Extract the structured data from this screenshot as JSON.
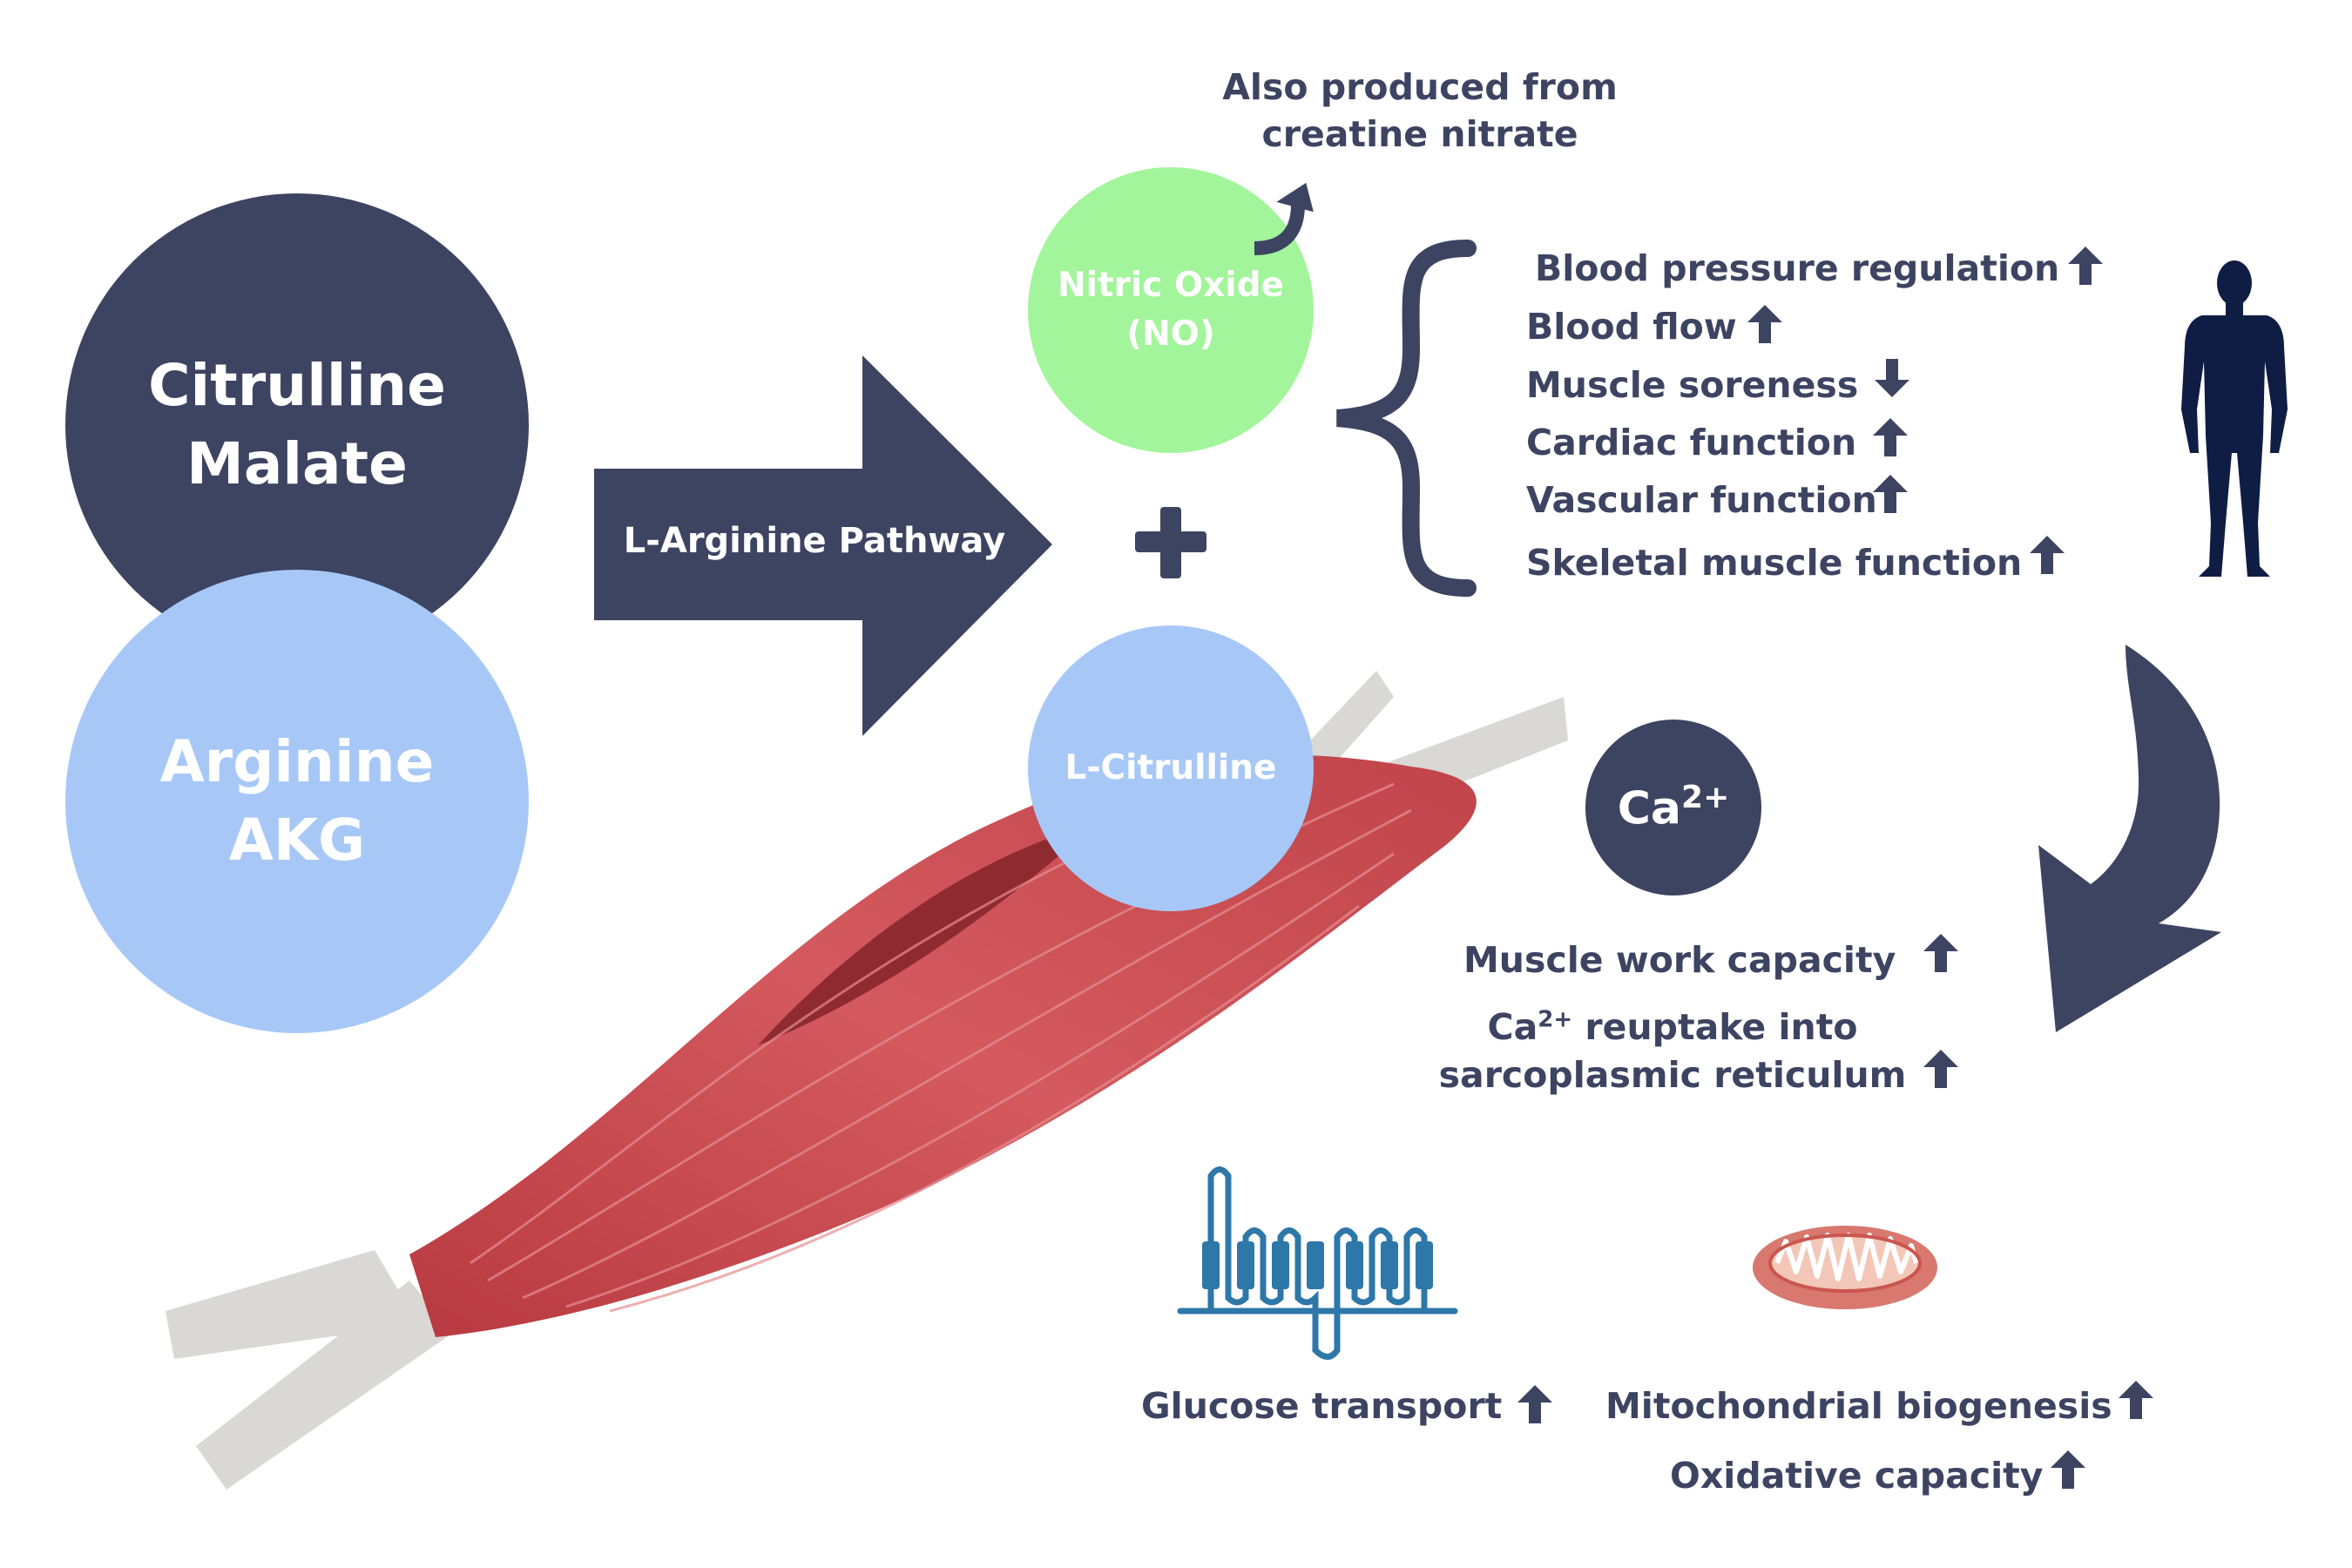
{
  "sources": {
    "citrulline_malate": [
      "Citrulline",
      "Malate"
    ],
    "arginine_akg": [
      "Arginine",
      "AKG"
    ]
  },
  "pathway_label": "L-Arginine Pathway",
  "nitric_oxide": {
    "line1": "Nitric Oxide",
    "line2": "(NO)"
  },
  "creatine_note": {
    "line1": "Also produced from",
    "line2": "creatine nitrate"
  },
  "l_citrulline": "L-Citrulline",
  "calcium": {
    "base": "Ca",
    "charge": "2+"
  },
  "no_effects": [
    {
      "label": "Blood pressure regulation",
      "direction": "up"
    },
    {
      "label": "Blood flow",
      "direction": "up"
    },
    {
      "label": "Muscle soreness",
      "direction": "down"
    },
    {
      "label": "Cardiac function",
      "direction": "up"
    },
    {
      "label": "Vascular function",
      "direction": "up"
    },
    {
      "label": "Skeletal muscle function",
      "direction": "up"
    }
  ],
  "calcium_effects": {
    "work_capacity": "Muscle work capacity",
    "reuptake_line1_pre": "Ca",
    "reuptake_line1_sup": "2+",
    "reuptake_line1_post": " reuptake into",
    "reuptake_line2": "sarcoplasmic reticulum"
  },
  "cellular_effects": {
    "glucose": "Glucose transport",
    "mito": "Mitochondrial biogenesis",
    "oxidative": "Oxidative capacity"
  },
  "colors": {
    "navy": "#3d4462",
    "light_blue": "#a7c8f7",
    "light_green": "#a2f59a",
    "muscle_red": "#c8454b",
    "tendon_grey": "#d9d8d4",
    "receptor_blue": "#2e77a9",
    "body_navy": "#0f1d44"
  },
  "icons": [
    "plus-icon",
    "up-arrow-icon",
    "down-arrow-icon",
    "human-silhouette-icon",
    "glucose-transporter-icon",
    "mitochondrion-icon",
    "muscle-illustration"
  ]
}
